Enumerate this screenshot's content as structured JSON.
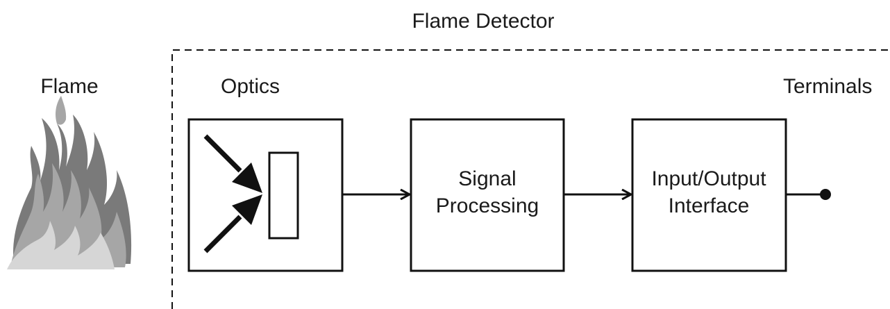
{
  "diagram": {
    "title": "Flame Detector",
    "flame_label": "Flame",
    "optics_label": "Optics",
    "terminals_label": "Terminals",
    "blocks": {
      "signal_line1": "Signal",
      "signal_line2": "Processing",
      "io_line1": "Input/Output",
      "io_line2": "Interface"
    }
  },
  "icons": {
    "flame": "flame-icon",
    "optics": "optics-sensor-icon",
    "terminal": "terminal-dot-icon"
  },
  "colors": {
    "line": "#111111",
    "flame_dark": "#7a7a7a",
    "flame_mid": "#a6a6a6",
    "flame_light": "#d6d6d6"
  }
}
